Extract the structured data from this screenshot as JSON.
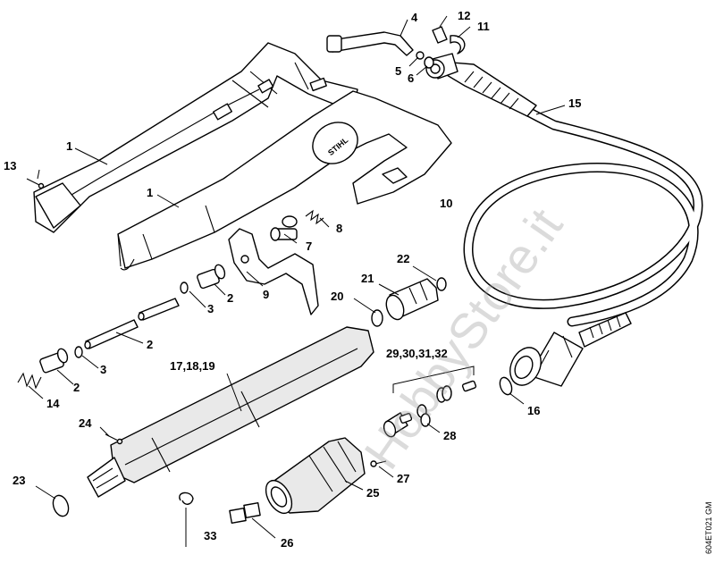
{
  "diagram": {
    "drawing_code": "604ET021 GM",
    "brand_mark": "STIHL",
    "watermark": "HobbyStore.it",
    "callouts": {
      "c1a": "1",
      "c1b": "1",
      "c2a": "2",
      "c2b": "2",
      "c2c": "2",
      "c3a": "3",
      "c3b": "3",
      "c4": "4",
      "c5": "5",
      "c6": "6",
      "c7": "7",
      "c8": "8",
      "c9": "9",
      "c10": "10",
      "c11": "11",
      "c12": "12",
      "c13": "13",
      "c14": "14",
      "c15": "15",
      "c16": "16",
      "c17": "17,18,19",
      "c20": "20",
      "c21": "21",
      "c22": "22",
      "c23": "23",
      "c24": "24",
      "c25": "25",
      "c26": "26",
      "c27": "27",
      "c28": "28",
      "c29": "29,30,31,32",
      "c33": "33"
    }
  }
}
